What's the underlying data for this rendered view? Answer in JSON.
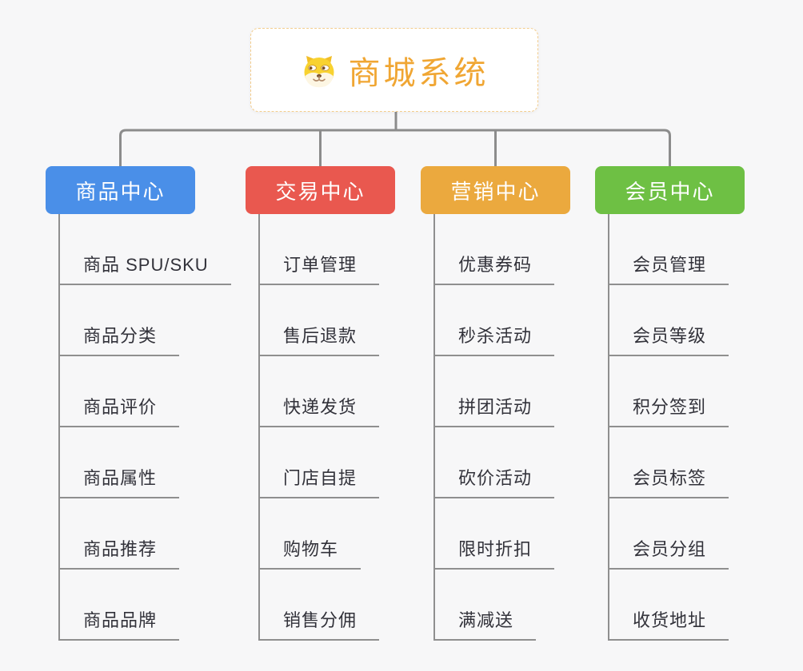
{
  "root": {
    "title": "商城系统",
    "icon": "shiba-dog-icon",
    "title_color": "#F0A633",
    "border_color": "#F3CD8E",
    "background": "#FFFFFF"
  },
  "branches": [
    {
      "label": "商品中心",
      "color": "#4A8FE8",
      "children": [
        "商品 SPU/SKU",
        "商品分类",
        "商品评价",
        "商品属性",
        "商品推荐",
        "商品品牌"
      ]
    },
    {
      "label": "交易中心",
      "color": "#E9584F",
      "children": [
        "订单管理",
        "售后退款",
        "快递发货",
        "门店自提",
        "购物车",
        "销售分佣"
      ]
    },
    {
      "label": "营销中心",
      "color": "#EBA93E",
      "children": [
        "优惠券码",
        "秒杀活动",
        "拼团活动",
        "砍价活动",
        "限时折扣",
        "满减送"
      ]
    },
    {
      "label": "会员中心",
      "color": "#6EC044",
      "children": [
        "会员管理",
        "会员等级",
        "积分签到",
        "会员标签",
        "会员分组",
        "收货地址"
      ]
    }
  ],
  "styles": {
    "connector_color": "#8C8C8C",
    "leaf_line_color": "#8F8F8F",
    "leaf_text_color": "#32323A",
    "canvas_background": "#F7F7F8"
  }
}
